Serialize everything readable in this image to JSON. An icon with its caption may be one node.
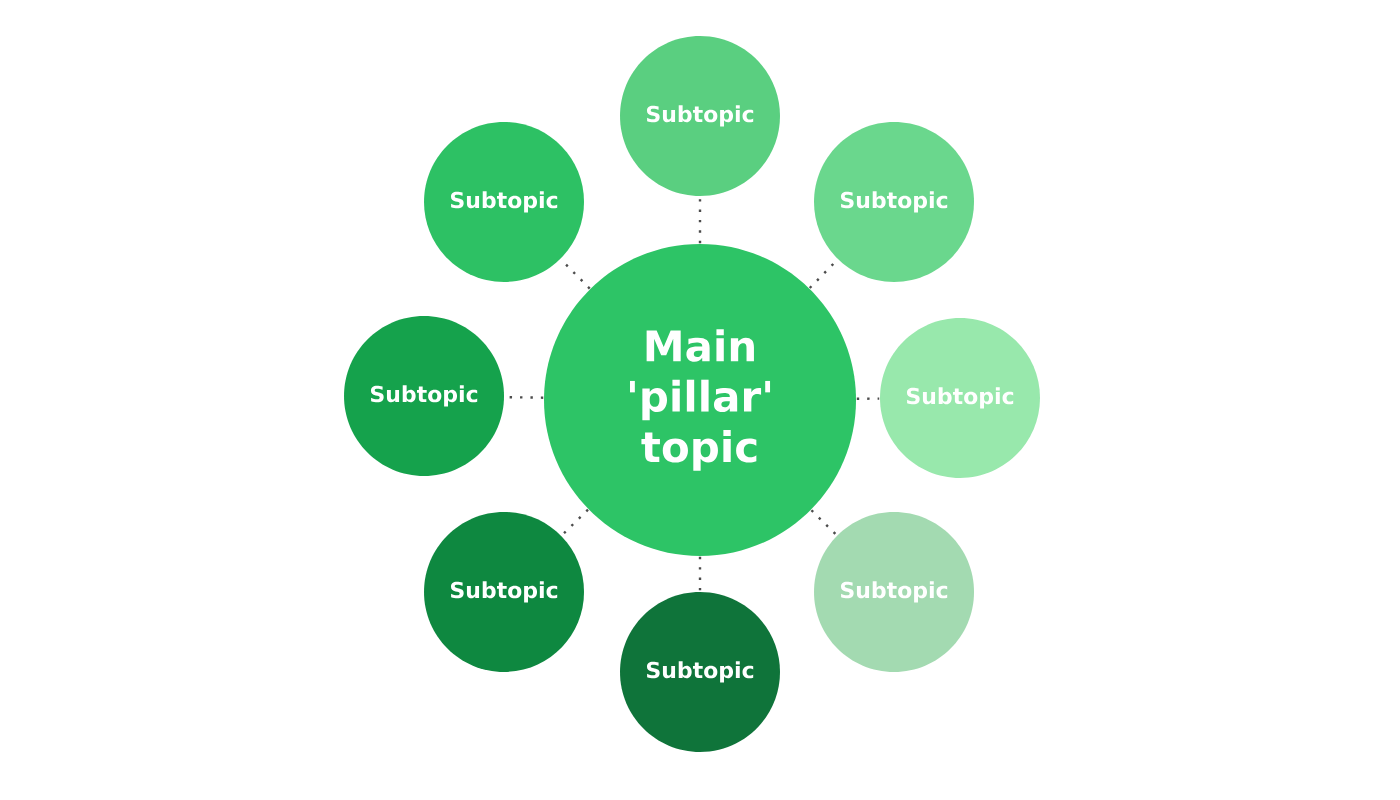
{
  "diagram": {
    "nodes": [
      {
        "text": [
          "Main 'pillar' topic"
        ]
      },
      {
        "text": [
          "Subtopic"
        ]
      },
      {
        "text": [
          "Subtopic"
        ]
      },
      {
        "text": [
          "Subtopic"
        ]
      },
      {
        "text": [
          "Subtopic"
        ]
      },
      {
        "text": [
          "Subtopic"
        ]
      },
      {
        "text": [
          "Subtopic"
        ]
      },
      {
        "text": [
          "Subtopic"
        ]
      },
      {
        "text": [
          "Subtopic"
        ]
      }
    ],
    "edges": [
      {
        "from": 0,
        "to": 1,
        "arrow": "none"
      },
      {
        "from": 0,
        "to": 2,
        "arrow": "none"
      },
      {
        "from": 0,
        "to": 3,
        "arrow": "none"
      },
      {
        "from": 0,
        "to": 4,
        "arrow": "none"
      },
      {
        "from": 0,
        "to": 5,
        "arrow": "none"
      },
      {
        "from": 0,
        "to": 6,
        "arrow": "none"
      },
      {
        "from": 0,
        "to": 7,
        "arrow": "none"
      },
      {
        "from": 0,
        "to": 8,
        "arrow": "none"
      }
    ]
  }
}
